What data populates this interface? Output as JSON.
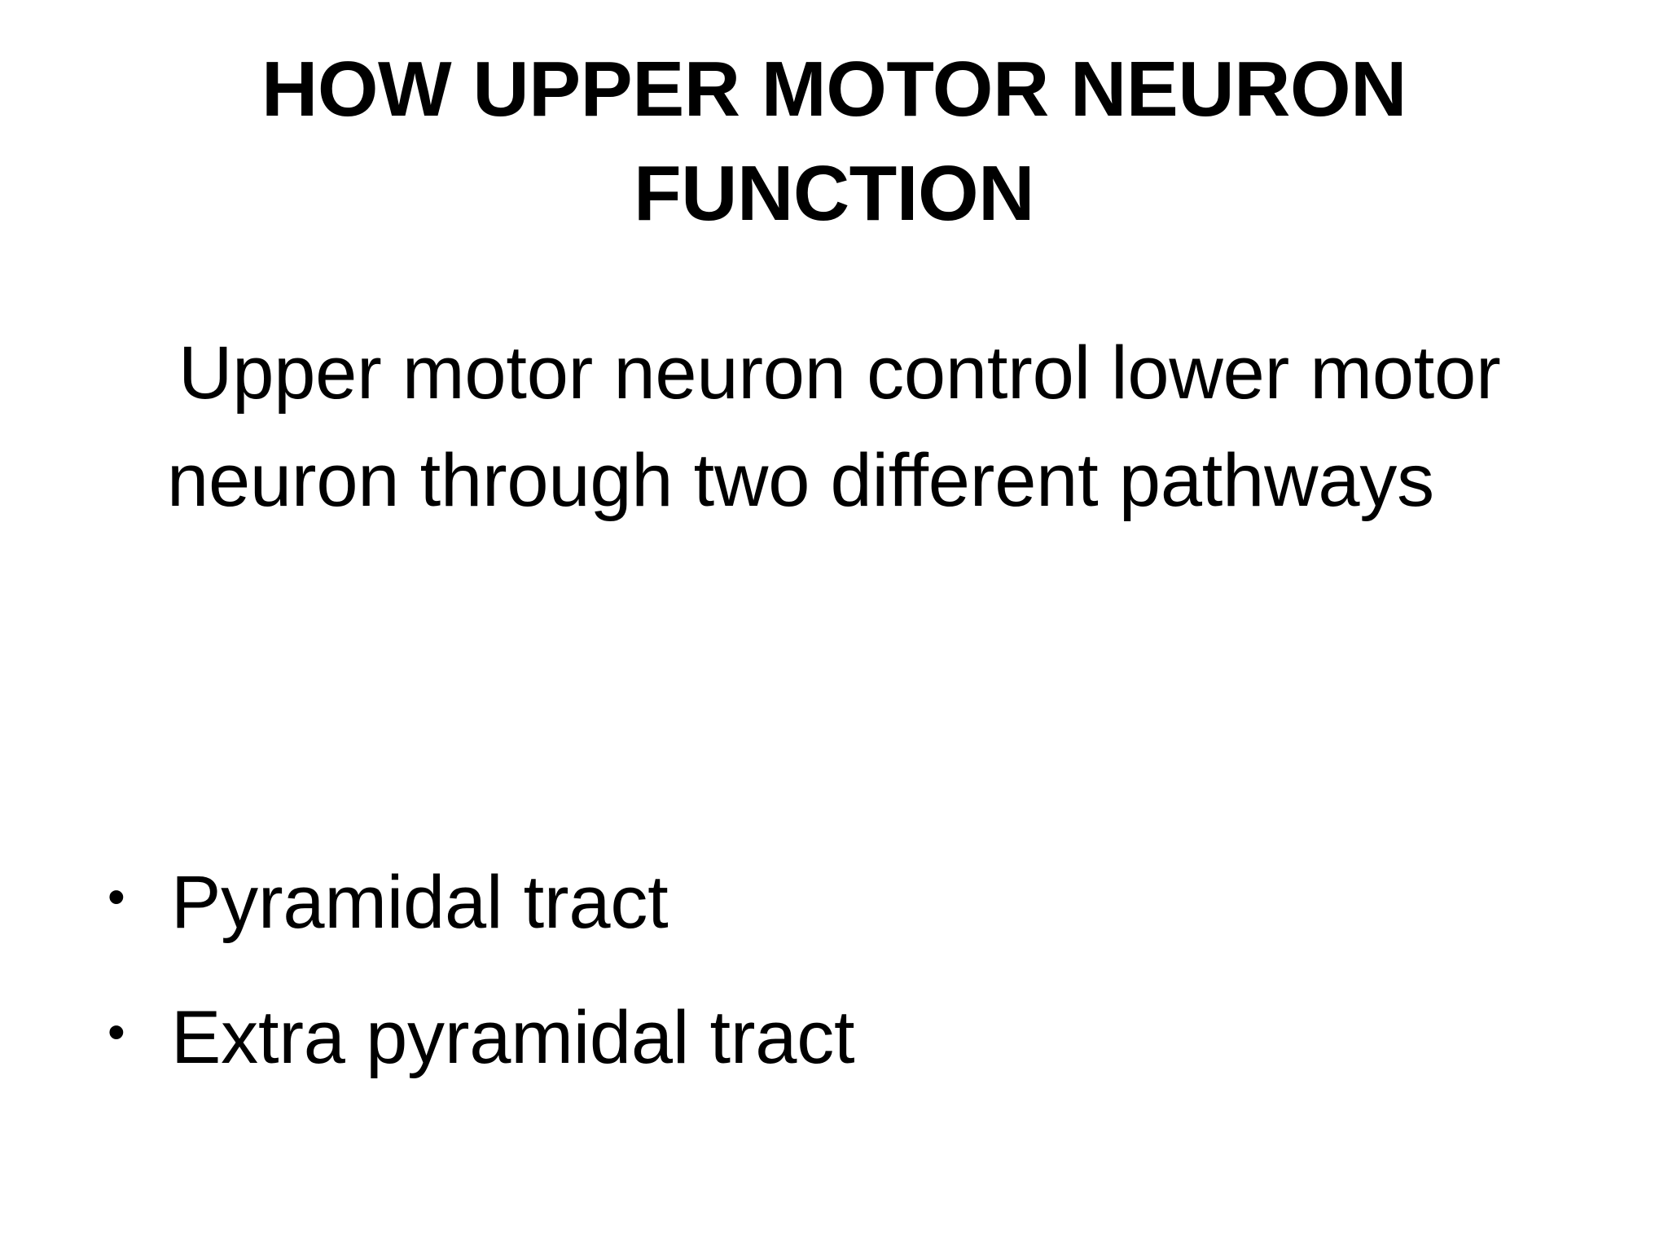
{
  "slide": {
    "background_color": "#ffffff",
    "text_color": "#000000",
    "title": {
      "full": "HOW UPPER MOTOR NEURON FUNCTION",
      "lines": [
        "HOW UPPER MOTOR NEURON",
        "FUNCTION"
      ]
    },
    "body": {
      "paragraph": "Upper motor neuron control lower motor neuron through two different pathways",
      "lines": [
        "Upper motor neuron control",
        "lower motor neuron through two",
        "different pathways"
      ]
    },
    "bullets": {
      "marker": "•",
      "items": [
        {
          "label": "Pyramidal tract"
        },
        {
          "label": "Extra pyramidal tract"
        }
      ]
    }
  }
}
